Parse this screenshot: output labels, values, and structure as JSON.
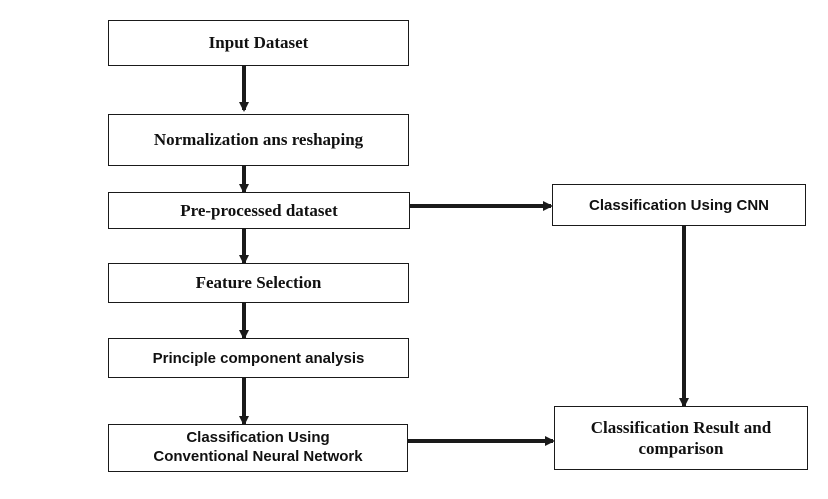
{
  "diagram": {
    "nodes": {
      "input_dataset": "Input Dataset",
      "normalization": "Normalization ans reshaping",
      "preprocessed": "Pre-processed dataset",
      "feature_selection": "Feature Selection",
      "pca": "Principle component analysis",
      "classification_conventional_line1": "Classification Using",
      "classification_conventional_line2": "Conventional Neural Network",
      "classification_cnn": "Classification Using CNN",
      "result_line1": "Classification Result and",
      "result_line2": "comparison"
    },
    "edges": [
      {
        "from": "Input Dataset",
        "to": "Normalization ans reshaping"
      },
      {
        "from": "Normalization ans reshaping",
        "to": "Pre-processed dataset"
      },
      {
        "from": "Pre-processed dataset",
        "to": "Feature Selection"
      },
      {
        "from": "Pre-processed dataset",
        "to": "Classification Using CNN"
      },
      {
        "from": "Feature Selection",
        "to": "Principle component analysis"
      },
      {
        "from": "Principle component analysis",
        "to": "Classification Using Conventional Neural Network"
      },
      {
        "from": "Classification Using Conventional Neural Network",
        "to": "Classification Result and comparison"
      },
      {
        "from": "Classification Using CNN",
        "to": "Classification Result and comparison"
      }
    ],
    "colors": {
      "stroke": "#1a1a1a",
      "background": "#ffffff",
      "text": "#111111"
    }
  }
}
